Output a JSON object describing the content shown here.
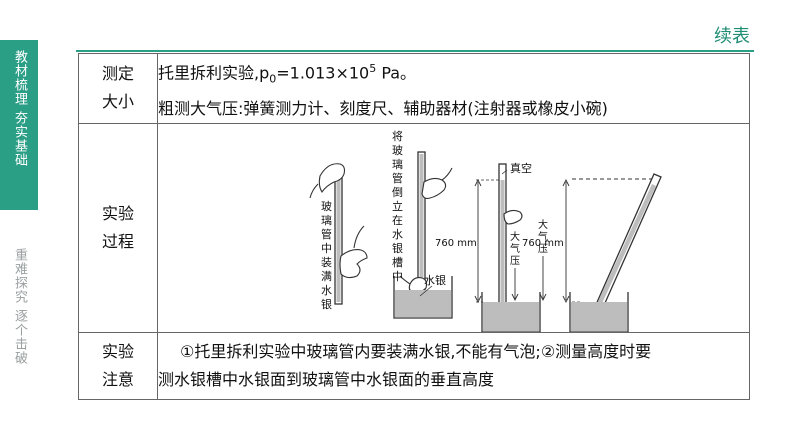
{
  "sidebar": {
    "tab_active": "教材梳理 夯实基础",
    "tab_inactive": "重难探究 逐个击破"
  },
  "header": {
    "continued_label": "续表"
  },
  "table": {
    "row1": {
      "label_line1": "测定",
      "label_line2": "大小",
      "line1_prefix": "托里拆利实验,p",
      "line1_sub": "0",
      "line1_mid": "=1.013×10",
      "line1_sup": "5",
      "line1_suffix": " Pa。",
      "line2": "粗测大气压:弹簧测力计、刻度尺、辅助器材(注射器或橡皮小碗)"
    },
    "row2": {
      "label_line1": "实验",
      "label_line2": "过程",
      "diagram": {
        "step1_text": "玻璃管中装满水银",
        "step2_text": "将玻璃管倒立在水银槽中",
        "mercury_label": "水银",
        "vacuum_label": "真空",
        "height_label_a": "760 mm",
        "height_label_b": "760 mm",
        "pressure_label_a": "大气压",
        "pressure_label_b": "大气压"
      }
    },
    "row3": {
      "label_line1": "实验",
      "label_line2": "注意",
      "line1": "①托里拆利实验中玻璃管内要装满水银,不能有气泡;②测量高度时要",
      "line2": "测水银槽中水银面到玻璃管中水银面的垂直高度"
    }
  }
}
